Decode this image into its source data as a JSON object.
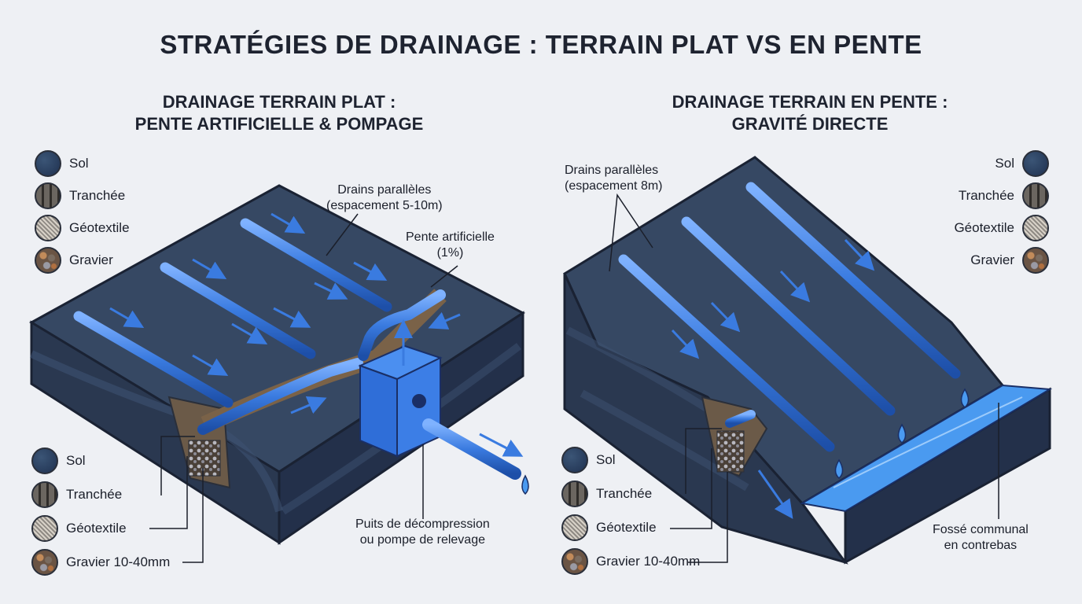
{
  "title": "STRATÉGIES DE DRAINAGE : TERRAIN PLAT VS EN PENTE",
  "left": {
    "subtitle_line1": "DRAINAGE TERRAIN PLAT :",
    "subtitle_line2": "PENTE ARTIFICIELLE & POMPAGE",
    "legend_top": [
      "Sol",
      "Tranchée",
      "Géotextile",
      "Gravier"
    ],
    "legend_bottom": [
      "Sol",
      "Tranchée",
      "Géotextile",
      "Gravier 10-40mm"
    ],
    "callout_drains_line1": "Drains parallèles",
    "callout_drains_line2": "(espacement 5-10m)",
    "callout_slope_line1": "Pente artificielle",
    "callout_slope_line2": "(1%)",
    "callout_pump_line1": "Puits de décompression",
    "callout_pump_line2": "ou pompe de relevage"
  },
  "right": {
    "subtitle_line1": "DRAINAGE TERRAIN EN PENTE :",
    "subtitle_line2": "GRAVITÉ DIRECTE",
    "legend_top": [
      "Sol",
      "Tranchée",
      "Géotextile",
      "Gravier"
    ],
    "legend_bottom": [
      "Sol",
      "Tranchée",
      "Géotextile",
      "Gravier 10-40mm"
    ],
    "callout_drains_line1": "Drains parallèles",
    "callout_drains_line2": "(espacement 8m)",
    "callout_ditch_line1": "Fossé communal",
    "callout_ditch_line2": "en contrebas"
  },
  "colors": {
    "background": "#eef0f4",
    "soil_top": "#364863",
    "soil_side": "#2a3850",
    "pipe_blue": "#3a7be0",
    "water": "#4a9af0"
  }
}
